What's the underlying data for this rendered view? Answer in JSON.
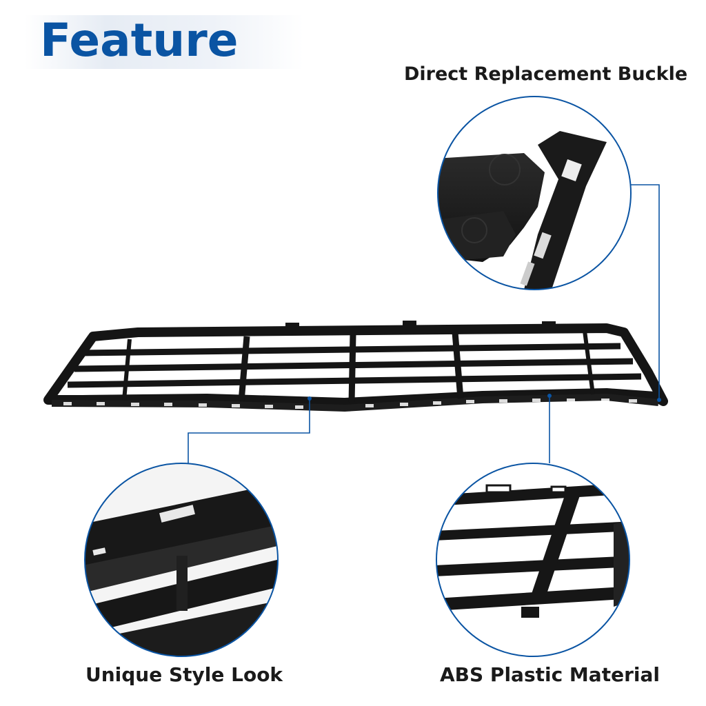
{
  "title": "Feature",
  "callouts": {
    "top_right": "Direct Replacement Buckle",
    "bottom_left": "Unique Style Look",
    "bottom_right": "ABS Plastic Material"
  },
  "colors": {
    "title": "#0a54a3",
    "ring": "#0a54a3",
    "leader": "#0a54a3",
    "grille": "#141414"
  }
}
